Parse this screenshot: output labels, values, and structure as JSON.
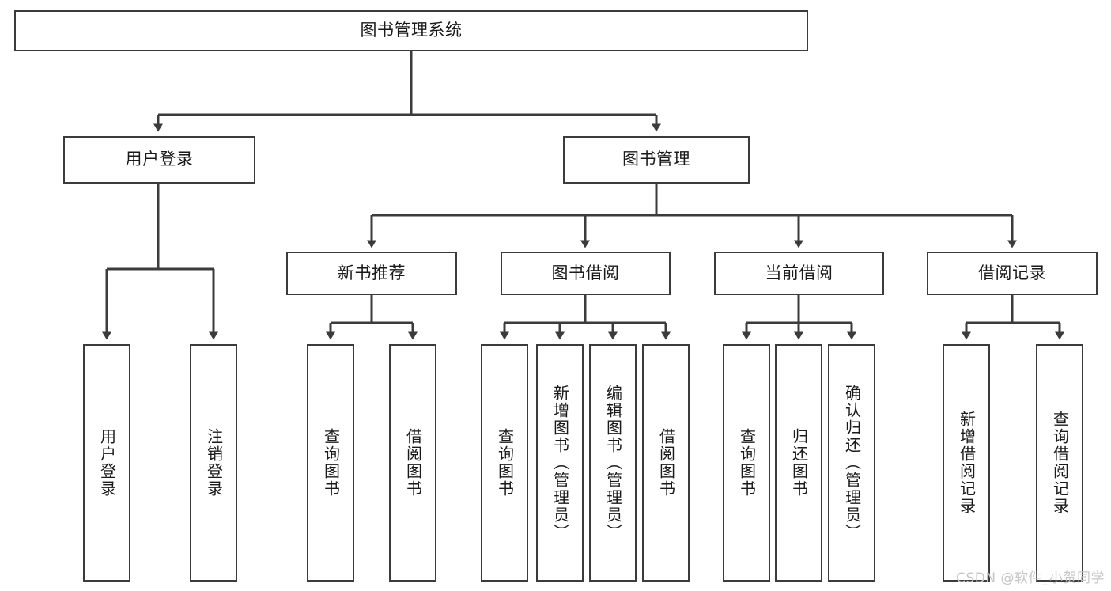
{
  "diagram": {
    "title": "图书管理系统",
    "watermark": "CSDN @软件_小贺同学",
    "colors": {
      "stroke": "#3b3b3b",
      "box_fill": "#ffffff",
      "text": "#1a1a1a",
      "background": "#ffffff",
      "watermark": "#c6c6c6"
    },
    "root": {
      "label": "图书管理系统",
      "orientation": "horizontal"
    },
    "level2": [
      {
        "label": "用户登录",
        "orientation": "horizontal"
      },
      {
        "label": "图书管理",
        "orientation": "horizontal"
      }
    ],
    "level3": [
      {
        "label": "新书推荐",
        "orientation": "horizontal"
      },
      {
        "label": "图书借阅",
        "orientation": "horizontal"
      },
      {
        "label": "当前借阅",
        "orientation": "horizontal"
      },
      {
        "label": "借阅记录",
        "orientation": "horizontal"
      }
    ],
    "leaves": {
      "user_login": [
        {
          "label": "用户登录",
          "orientation": "vertical"
        },
        {
          "label": "注销登录",
          "orientation": "vertical"
        }
      ],
      "new_book_recommend": [
        {
          "label": "查询图书",
          "orientation": "vertical"
        },
        {
          "label": "借阅图书",
          "orientation": "vertical"
        }
      ],
      "book_borrow": [
        {
          "label": "查询图书",
          "orientation": "vertical"
        },
        {
          "label": "新增图书（管理员）",
          "orientation": "vertical"
        },
        {
          "label": "编辑图书（管理员）",
          "orientation": "vertical"
        },
        {
          "label": "借阅图书",
          "orientation": "vertical"
        }
      ],
      "current_borrow": [
        {
          "label": "查询图书",
          "orientation": "vertical"
        },
        {
          "label": "归还图书",
          "orientation": "vertical"
        },
        {
          "label": "确认归还（管理员）",
          "orientation": "vertical"
        }
      ],
      "borrow_record": [
        {
          "label": "新增借阅记录",
          "orientation": "vertical"
        },
        {
          "label": "查询借阅记录",
          "orientation": "vertical"
        }
      ]
    }
  }
}
